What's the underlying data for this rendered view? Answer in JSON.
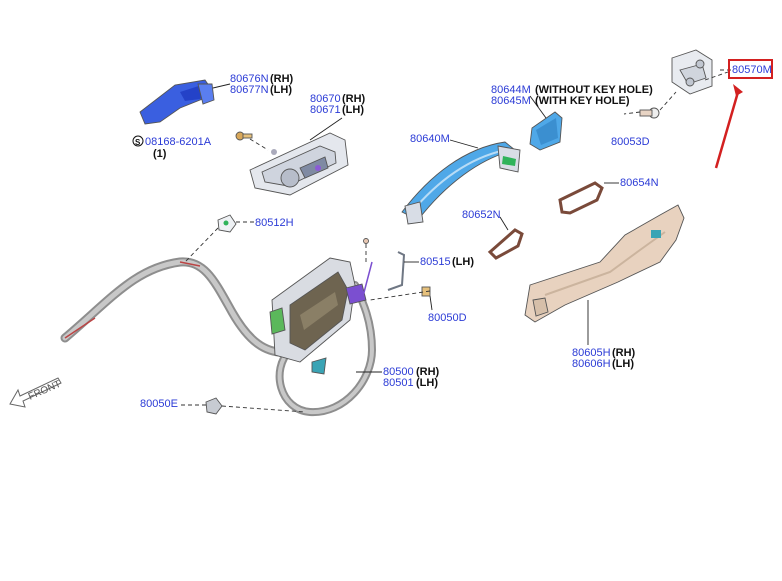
{
  "diagram": {
    "front_label": "FRONT",
    "labels": {
      "p80676N": "80676N",
      "p80677N": "80677N",
      "rh": "(RH)",
      "lh": "(LH)",
      "p80670": "80670",
      "p80671": "80671",
      "s_prefix": "S",
      "p08168": "08168-6201A",
      "qty1": "(1)",
      "p80640M": "80640M",
      "p80644M": "80644M",
      "p80645M": "80645M",
      "without_key": "(WITHOUT KEY HOLE)",
      "with_key": "(WITH KEY HOLE)",
      "p80570M": "80570M",
      "p80053D": "80053D",
      "p80654N": "80654N",
      "p80652N": "80652N",
      "p80512H": "80512H",
      "p80515": "80515",
      "p80050D": "80050D",
      "p80500": "80500",
      "p80501": "80501",
      "p80605H": "80605H",
      "p80606H": "80606H",
      "p80050E": "80050E"
    },
    "highlight": {
      "part": "80570M",
      "color": "#d32020"
    },
    "colors": {
      "label_blue": "#2b3bd6",
      "handle_blue": "#3a5fe0",
      "bezel_blue": "#4fa8e8",
      "lock_teal": "#3aa4b5",
      "bracket_tan": "#e8d2bf",
      "cable_grey": "#9a9a9a"
    }
  }
}
